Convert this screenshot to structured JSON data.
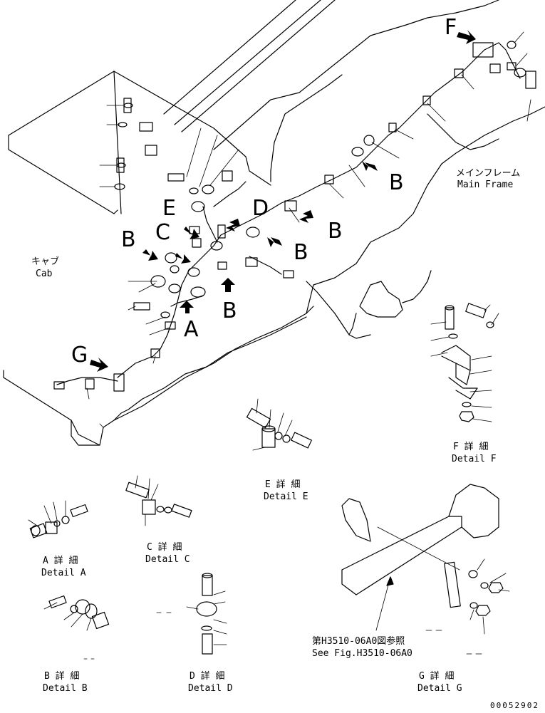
{
  "callouts": {
    "A": "A",
    "B1": "B",
    "B2": "B",
    "B3": "B",
    "B4": "B",
    "B5": "B",
    "C": "C",
    "D": "D",
    "E": "E",
    "F": "F",
    "G": "G"
  },
  "labels": {
    "main_frame_jp": "メインフレーム",
    "main_frame_en": "Main Frame",
    "cab_jp": "キャブ",
    "cab_en": "Cab",
    "detail_a_jp": "A 詳 細",
    "detail_a_en": "Detail A",
    "detail_b_jp": "B 詳 細",
    "detail_b_en": "Detail B",
    "detail_c_jp": "C 詳 細",
    "detail_c_en": "Detail C",
    "detail_d_jp": "D 詳 細",
    "detail_d_en": "Detail D",
    "detail_e_jp": "E 詳 細",
    "detail_e_en": "Detail E",
    "detail_f_jp": "F 詳 細",
    "detail_f_en": "Detail F",
    "detail_g_jp": "G 詳 細",
    "detail_g_en": "Detail G",
    "see_fig_jp": "第H3510-06A0図参照",
    "see_fig_en": "See Fig.H3510-06A0"
  },
  "document_id": "00052902",
  "colors": {
    "ink": "#000000",
    "paper": "#ffffff"
  }
}
